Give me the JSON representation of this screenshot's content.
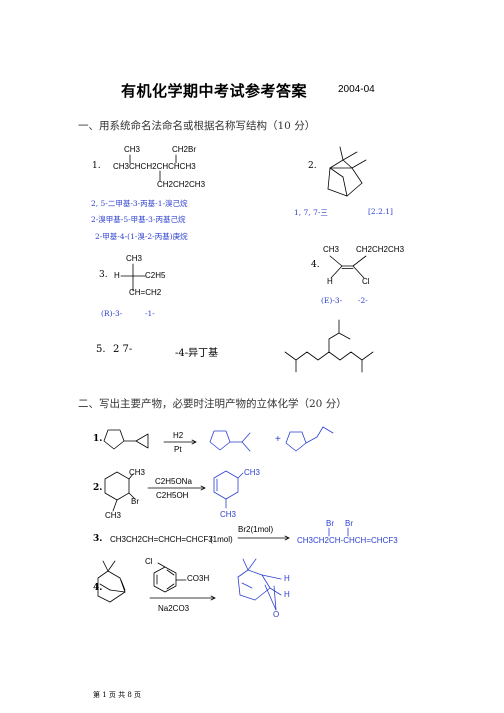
{
  "header": {
    "title": "有机化学期中考试参考答案",
    "date": "2004-04"
  },
  "section1": {
    "heading": "一、用系统命名法命名或根据名称写结构（10 分）",
    "q1": {
      "number": "1.",
      "sub_top_left": "CH3",
      "sub_top_right": "CH2Br",
      "main_chain": "CH3CHCH2CHCHCH3",
      "sub_bottom": "CH2CH2CH3",
      "answers": [
        "2, 5-二甲基-3-丙基-1-溴己烷",
        "2-溴甲基-5-甲基-3-丙基己烷",
        "2-甲基-4-(1-溴-2-丙基)庚烷"
      ]
    },
    "q2": {
      "number": "2.",
      "answer_left": "1, 7, 7-三",
      "answer_right": "[2.2.1]"
    },
    "q3": {
      "number": "3.",
      "top": "CH3",
      "left": "H",
      "right": "C2H5",
      "bottom": "CH=CH2",
      "answer_left": "(R)-3-",
      "answer_right": "-1-"
    },
    "q4": {
      "number": "4.",
      "top_left": "CH3",
      "top_right": "CH2CH2CH3",
      "bottom_left": "H",
      "bottom_right": "Cl",
      "answer_left": "(E)-3-",
      "answer_right": "-2-"
    },
    "q5": {
      "number": "5.",
      "name_left": "2  7-",
      "name_right": "-4-异丁基"
    }
  },
  "section2": {
    "heading": "二、写出主要产物，必要时注明产物的立体化学（20 分）",
    "r1": {
      "number": "1.",
      "reagent_top": "H2",
      "reagent_bottom": "Pt",
      "plus": "+"
    },
    "r2": {
      "number": "2.",
      "sub_ch3_top": "CH3",
      "sub_br": "Br",
      "sub_ch3_bottom": "CH3",
      "reagent_top": "C2H5ONa",
      "reagent_bottom": "C2H5OH",
      "prod_ch3_top": "CH3",
      "prod_ch3_bottom": "CH3"
    },
    "r3": {
      "number": "3.",
      "reactant": "CH3CH2CH=CHCH=CHCF3",
      "amount": "(1mol)",
      "reagent": "Br2(1mol)",
      "prod_br1": "Br",
      "prod_br2": "Br",
      "product": "CH3CH2CH-CHCH=CHCF3"
    },
    "r4": {
      "number": "4.",
      "reagent_cl": "Cl",
      "reagent_group": "CO3H",
      "reagent_bottom": "Na2CO3",
      "prod_h1": "H",
      "prod_h2": "H",
      "prod_o": "O"
    }
  },
  "footer": {
    "page": "第 1 页 共 8 页"
  },
  "colors": {
    "answer_blue": "#2b3fd0",
    "text": "#000000"
  }
}
